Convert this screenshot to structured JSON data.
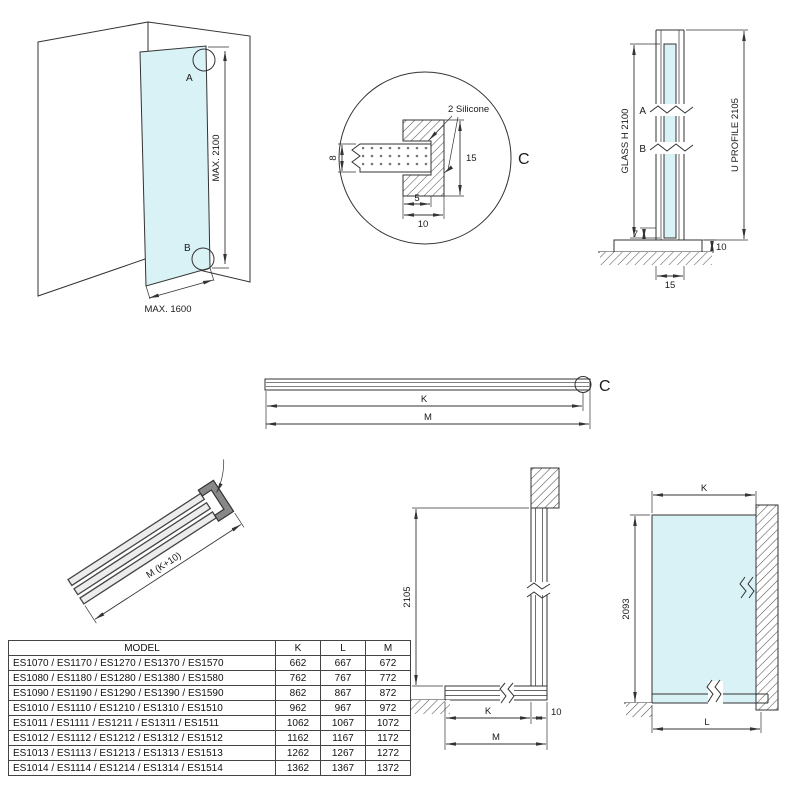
{
  "colors": {
    "glass": "#d9f2f6",
    "line": "#333333",
    "hatch": "#555555"
  },
  "door_view": {
    "point_a": "A",
    "point_b": "B",
    "max_height": "MAX. 2100",
    "max_width": "MAX. 1600"
  },
  "detail_c": {
    "label": "C",
    "silicone": "2 Silicone",
    "glass_thickness": "8",
    "profile_height": "15",
    "inner_depth": "5",
    "outer_depth": "10"
  },
  "section_view": {
    "glass_height": "GLASS H 2100",
    "profile_length": "U PROFILE 2105",
    "point_a": "A",
    "point_b": "B",
    "dim_7": "7",
    "dim_10": "10",
    "dim_15": "15"
  },
  "plan_view": {
    "dim_k": "K",
    "dim_m": "M",
    "detail_label": "C"
  },
  "profile_3d": {
    "length_dim": "M (K+10)"
  },
  "wall_elevation": {
    "profile_height": "2105",
    "dim_k": "K",
    "dim_10": "10",
    "dim_m": "M"
  },
  "glass_elevation": {
    "dim_k": "K",
    "glass_height": "2093",
    "dim_l": "L"
  },
  "model_table": {
    "headers": [
      "MODEL",
      "K",
      "L",
      "M"
    ],
    "rows": [
      {
        "model": "ES1070 / ES1170 / ES1270 / ES1370 / ES1570",
        "k": "662",
        "l": "667",
        "m": "672"
      },
      {
        "model": "ES1080 / ES1180 / ES1280 / ES1380 / ES1580",
        "k": "762",
        "l": "767",
        "m": "772"
      },
      {
        "model": "ES1090 / ES1190 / ES1290 / ES1390 / ES1590",
        "k": "862",
        "l": "867",
        "m": "872"
      },
      {
        "model": "ES1010 / ES1110 / ES1210 / ES1310 / ES1510",
        "k": "962",
        "l": "967",
        "m": "972"
      },
      {
        "model": "ES1011 / ES1111 / ES1211 / ES1311 / ES1511",
        "k": "1062",
        "l": "1067",
        "m": "1072"
      },
      {
        "model": "ES1012 / ES1112 / ES1212 / ES1312 / ES1512",
        "k": "1162",
        "l": "1167",
        "m": "1172"
      },
      {
        "model": "ES1013 / ES1113 / ES1213 / ES1313 / ES1513",
        "k": "1262",
        "l": "1267",
        "m": "1272"
      },
      {
        "model": "ES1014 / ES1114 / ES1214 / ES1314 / ES1514",
        "k": "1362",
        "l": "1367",
        "m": "1372"
      }
    ]
  }
}
